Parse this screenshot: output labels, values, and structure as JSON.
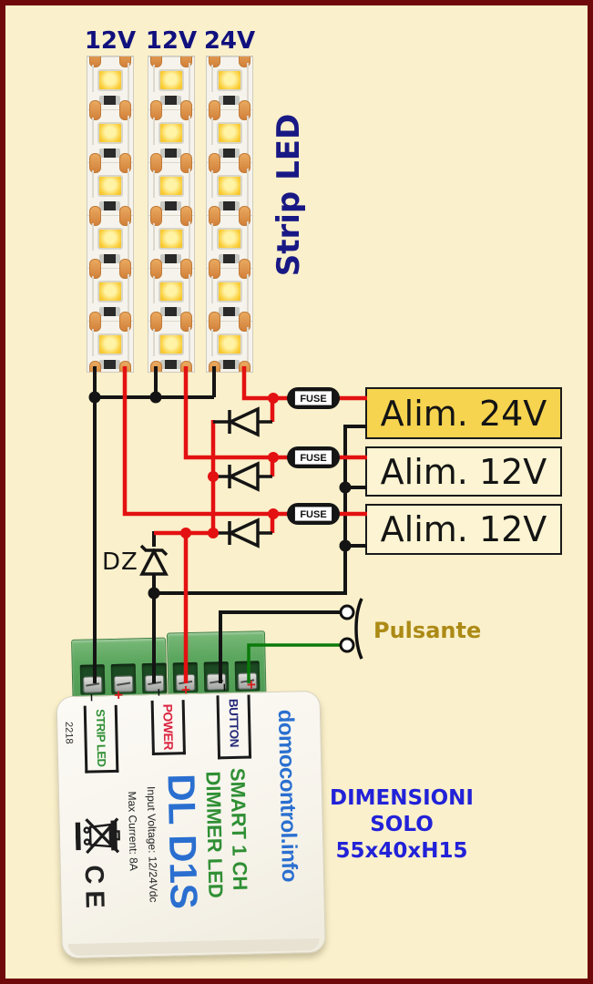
{
  "strip_section": {
    "title": "Strip LED",
    "strips": [
      {
        "label": "12V"
      },
      {
        "label": "12V"
      },
      {
        "label": "24V"
      }
    ]
  },
  "supplies": [
    {
      "label": "Alim. 24V",
      "fill": "#F6D44F"
    },
    {
      "label": "Alim. 12V",
      "fill": "#FCF4D2"
    },
    {
      "label": "Alim. 12V",
      "fill": "#FCF4D2"
    }
  ],
  "fuse_label": "FUSE",
  "zener_label": "DZ",
  "button_label": "Pulsante",
  "module": {
    "serial": "2218",
    "terminal_labels": [
      {
        "minus": "–",
        "label": "STRIP LED",
        "plus": "+"
      },
      {
        "minus": "–",
        "label": "POWER",
        "plus": "+"
      },
      {
        "minus": "–",
        "label": "BUTTON",
        "plus": "+"
      }
    ],
    "brand": "domocontrol.info",
    "product_line1": "SMART 1 CH",
    "product_line2": "DIMMER LED",
    "model": "DL D1S",
    "spec_voltage": "Input Voltage: 12/24Vdc",
    "spec_current": "Max Current: 8A",
    "ce_mark": "CE"
  },
  "dimensions_note": {
    "line1": "DIMENSIONI",
    "line2": "SOLO",
    "line3": "55x40xH15"
  },
  "colors": {
    "background": "#FAF0CB",
    "frame_border": "#700A0A",
    "wire_red": "#E31111",
    "wire_black": "#141414",
    "wire_green": "#0A7A0A",
    "label_navy": "#10107E",
    "button_text_gold": "#AC8A15",
    "note_blue": "#2222D8",
    "brand_blue": "#2A6FD0",
    "module_green": "#2F8F34",
    "module_red": "#DC2440",
    "module_navy": "#232878"
  }
}
